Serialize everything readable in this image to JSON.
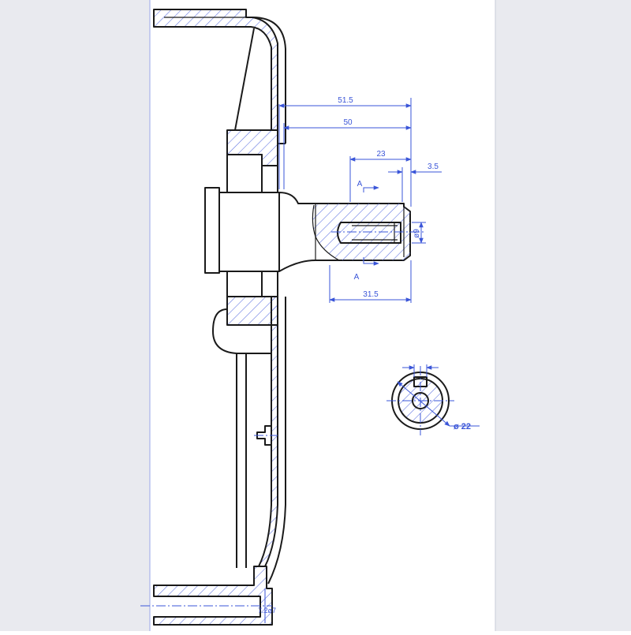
{
  "colors": {
    "page": "#e9eaef",
    "sheet": "#ffffff",
    "outline": "#1a1a1a",
    "hatch": "#5a6fe0",
    "dimension": "#3a55d8"
  },
  "dimensions": {
    "d51_5": "51.5",
    "d50": "50",
    "d23": "23",
    "d3_5": "3.5",
    "d31_5": "31.5",
    "dia9": "ø9",
    "dia22": "ø 22",
    "d7_2": "7.2ø7"
  },
  "section": {
    "label_top": "A",
    "label_bottom": "A"
  }
}
